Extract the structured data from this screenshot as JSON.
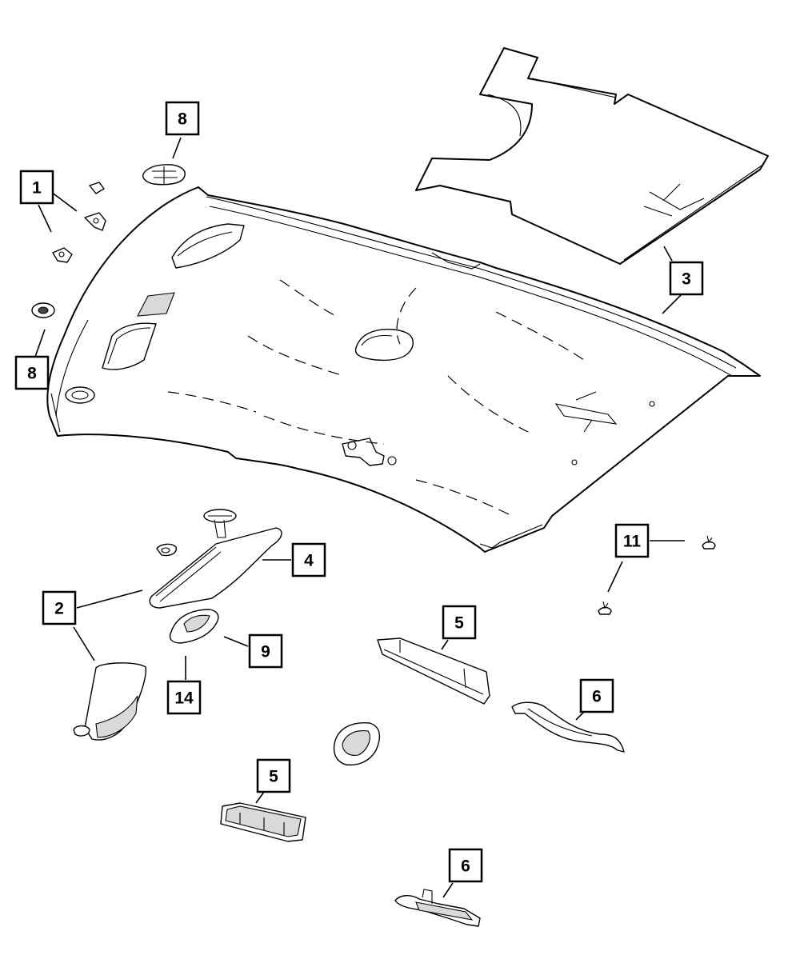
{
  "callouts": [
    {
      "id": "c1",
      "label": "1"
    },
    {
      "id": "c2",
      "label": "2"
    },
    {
      "id": "c3",
      "label": "3"
    },
    {
      "id": "c4",
      "label": "4"
    },
    {
      "id": "c5a",
      "label": "5"
    },
    {
      "id": "c5b",
      "label": "5"
    },
    {
      "id": "c6a",
      "label": "6"
    },
    {
      "id": "c6b",
      "label": "6"
    },
    {
      "id": "c8a",
      "label": "8"
    },
    {
      "id": "c8b",
      "label": "8"
    },
    {
      "id": "c9",
      "label": "9"
    },
    {
      "id": "c11",
      "label": "11"
    },
    {
      "id": "c14",
      "label": "14"
    }
  ],
  "colors": {
    "line": "#000000",
    "background": "#ffffff",
    "shade": "#d9d9d9"
  }
}
